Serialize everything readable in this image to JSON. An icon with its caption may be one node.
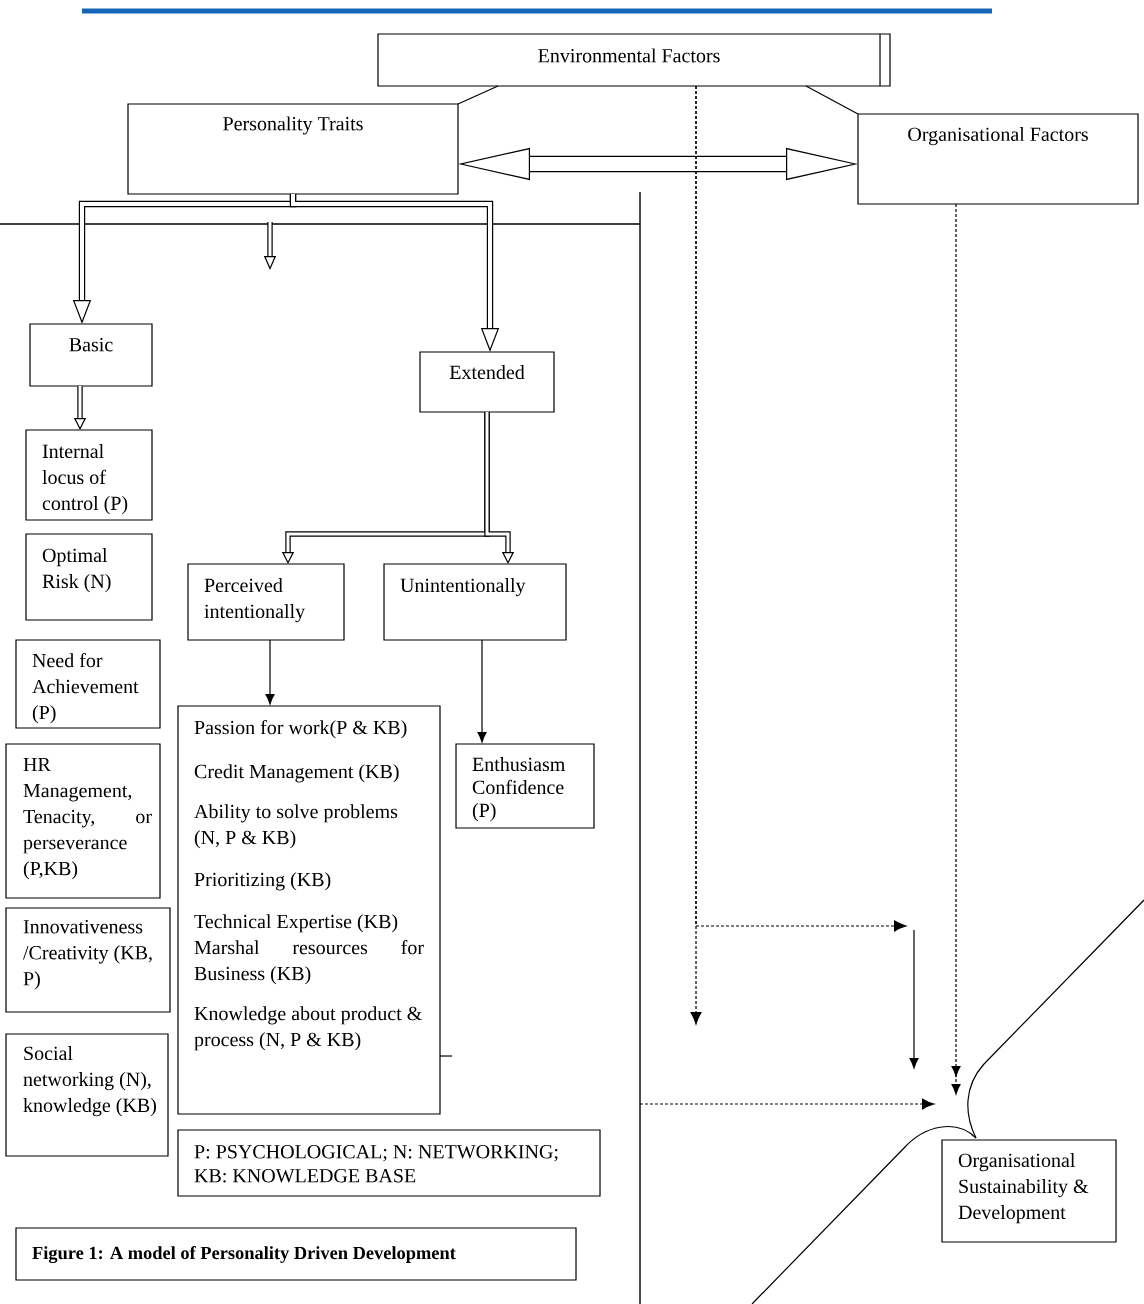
{
  "diagram": {
    "nodes": [
      {
        "text": [
          "Environmental Factors"
        ]
      },
      {
        "text": [
          "Personality Traits"
        ]
      },
      {
        "text": [
          "Organisational Factors"
        ]
      },
      {
        "text": [],
        "shape": "box"
      },
      {
        "text": [
          "Basic"
        ],
        "in": 3
      },
      {
        "text": [
          "Extended"
        ],
        "in": 3
      },
      {
        "text": [
          "Internal locus of control (P)"
        ],
        "in": 3
      },
      {
        "text": [
          "Optimal Risk (N)"
        ],
        "in": 3
      },
      {
        "text": [
          "Perceived intentionally"
        ],
        "in": 3
      },
      {
        "text": [
          "Unintentionally"
        ],
        "in": 3
      },
      {
        "text": [
          "Need for Achievement (P)"
        ],
        "in": 3
      },
      {
        "text": [
          "Passion for work(P & KB)",
          "Credit Management (KB)",
          "Ability to solve problems (N, P & KB)",
          "Prioritizing (KB)",
          "Technical Expertise (KB)",
          "Marshal resources for Business (KB)",
          "Knowledge about product & process (N, P & KB)"
        ],
        "in": 3
      },
      {
        "text": [
          "Enthusiasm Confidence (P)"
        ],
        "in": 3
      },
      {
        "text": [
          "HR Management, Tenacity, or perseverance (P,KB)"
        ],
        "in": 3
      },
      {
        "text": [
          "Innovativeness /Creativity (KB, P)"
        ],
        "in": 3
      },
      {
        "text": [
          "Social networking (N), knowledge (KB)"
        ],
        "in": 3
      },
      {
        "text": [
          "P: PSYCHOLOGICAL; N: NETWORKING; KB: KNOWLEDGE BASE"
        ],
        "in": 3
      },
      {
        "text": [
          "Organisational Sustainability & Development"
        ]
      },
      {
        "text": [
          "Figure 1: A model of Personality Driven Development"
        ],
        "in": 3
      }
    ],
    "edges": [
      {
        "from": 0,
        "to": 1,
        "arrow": "none"
      },
      {
        "from": 0,
        "to": 2,
        "arrow": "none"
      },
      {
        "from": 1,
        "to": 2,
        "arrow": "both",
        "style": "thick"
      },
      {
        "from": 1,
        "to": 4,
        "arrow": "to",
        "style": "thick"
      },
      {
        "from": 1,
        "to": 5,
        "arrow": "to",
        "style": "thick"
      },
      {
        "from": 3,
        "to": null,
        "arrow": "to",
        "style": "thick"
      },
      {
        "from": 4,
        "to": 6,
        "arrow": "to",
        "style": "thick"
      },
      {
        "from": 5,
        "to": 8,
        "arrow": "to",
        "style": "thick"
      },
      {
        "from": 5,
        "to": 9,
        "arrow": "to",
        "style": "thick"
      },
      {
        "from": 8,
        "to": 11,
        "arrow": "to"
      },
      {
        "from": 9,
        "to": 12,
        "arrow": "to"
      },
      {
        "from": 0,
        "to": null,
        "arrow": "to",
        "style": "dashed"
      },
      {
        "from": 0,
        "to": null,
        "arrow": "to",
        "style": "dashed"
      },
      {
        "from": 2,
        "to": null,
        "arrow": "to",
        "style": "dashed"
      },
      {
        "from": 3,
        "to": null,
        "arrow": "to",
        "style": "dashed"
      }
    ]
  }
}
